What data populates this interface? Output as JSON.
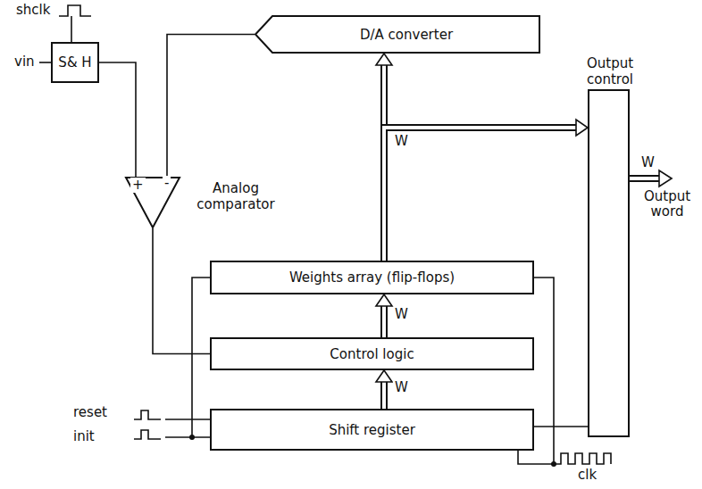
{
  "diagram": {
    "nodes": [
      {
        "text": [
          "S& H"
        ]
      },
      {
        "text": [
          "D/A converter"
        ]
      },
      {
        "text": [
          "Analog comparator"
        ]
      },
      {
        "text": [
          "Weights array (flip-flops)"
        ]
      },
      {
        "text": [
          "Control logic"
        ]
      },
      {
        "text": [
          "Shift register"
        ]
      },
      {
        "text": [
          "Output control"
        ]
      }
    ],
    "edges": [
      {
        "from": 0,
        "to": 2,
        "arrow": "none"
      },
      {
        "from": 1,
        "to": 2,
        "arrow": "none"
      },
      {
        "from": 2,
        "to": 4,
        "arrow": "none"
      },
      {
        "from": 3,
        "to": 1,
        "arrow": "to"
      },
      {
        "from": 3,
        "to": 6,
        "arrow": "to"
      },
      {
        "from": 4,
        "to": 3,
        "arrow": "to",
        "label": "W"
      },
      {
        "from": 5,
        "to": 4,
        "arrow": "to",
        "label": "W"
      },
      {
        "from": 5,
        "to": 6,
        "arrow": "none"
      }
    ],
    "labels": [
      "shclk",
      "vin",
      "+",
      "-",
      "W",
      "W",
      "Output word",
      "reset",
      "init",
      "clk"
    ]
  }
}
